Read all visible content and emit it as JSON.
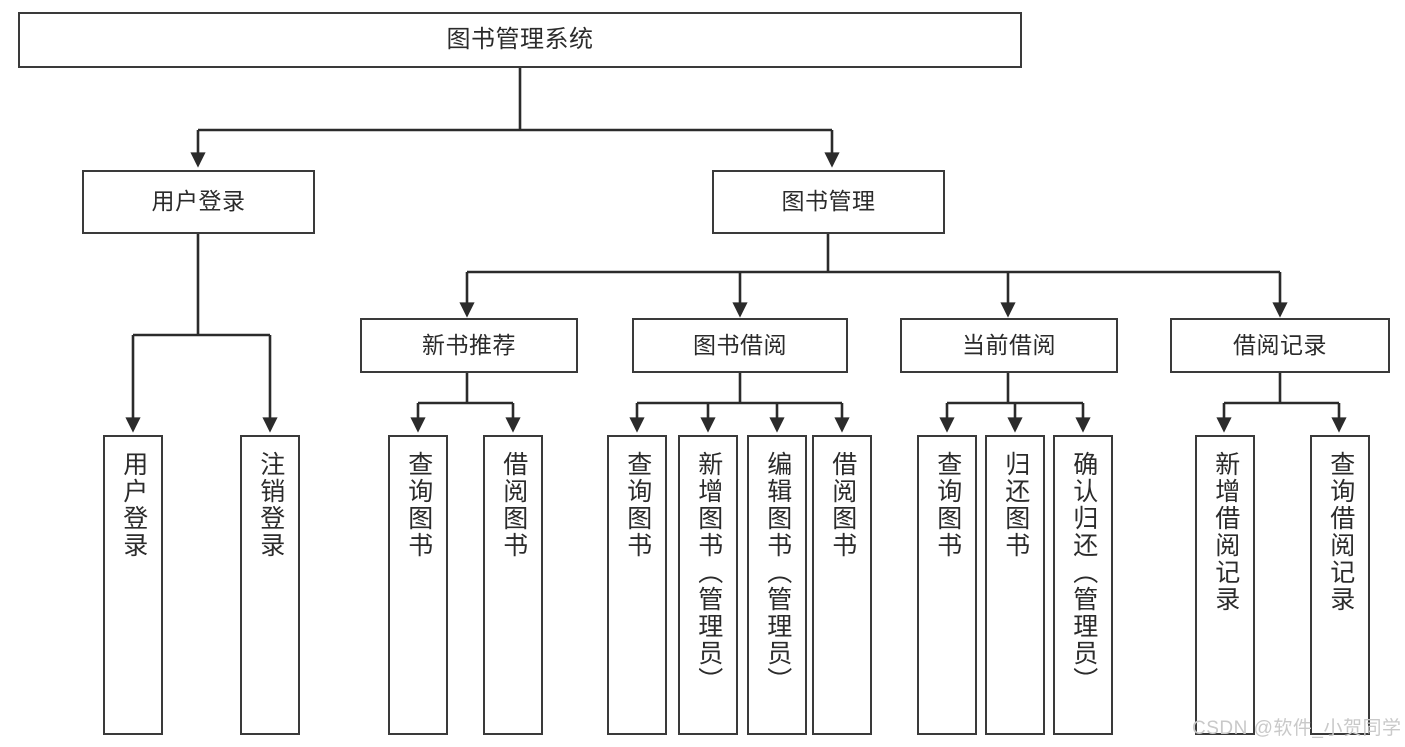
{
  "diagram": {
    "title": "图书管理系统",
    "type": "tree-hierarchy-diagram",
    "colors": {
      "background": "#ffffff",
      "box_border": "#3a3a3a",
      "box_fill": "#ffffff",
      "text": "#2b2b2b",
      "connector": "#2b2b2b",
      "watermark": "#c9c9c9"
    },
    "root": {
      "label": "图书管理系统"
    },
    "level2": [
      {
        "label": "用户登录"
      },
      {
        "label": "图书管理"
      }
    ],
    "level3": [
      {
        "label": "新书推荐"
      },
      {
        "label": "图书借阅"
      },
      {
        "label": "当前借阅"
      },
      {
        "label": "借阅记录"
      }
    ],
    "leaves": {
      "user_login": [
        {
          "label": "用户登录"
        },
        {
          "label": "注销登录"
        }
      ],
      "new_book_recommend": [
        {
          "label": "查询图书"
        },
        {
          "label": "借阅图书"
        }
      ],
      "book_borrow": [
        {
          "label": "查询图书"
        },
        {
          "label": "新增图书（管理员）"
        },
        {
          "label": "编辑图书（管理员）"
        },
        {
          "label": "借阅图书"
        }
      ],
      "current_borrow": [
        {
          "label": "查询图书"
        },
        {
          "label": "归还图书"
        },
        {
          "label": "确认归还（管理员）"
        }
      ],
      "borrow_record": [
        {
          "label": "新增借阅记录"
        },
        {
          "label": "查询借阅记录"
        }
      ]
    }
  },
  "watermark": {
    "text": "CSDN @软件_小贺同学"
  }
}
